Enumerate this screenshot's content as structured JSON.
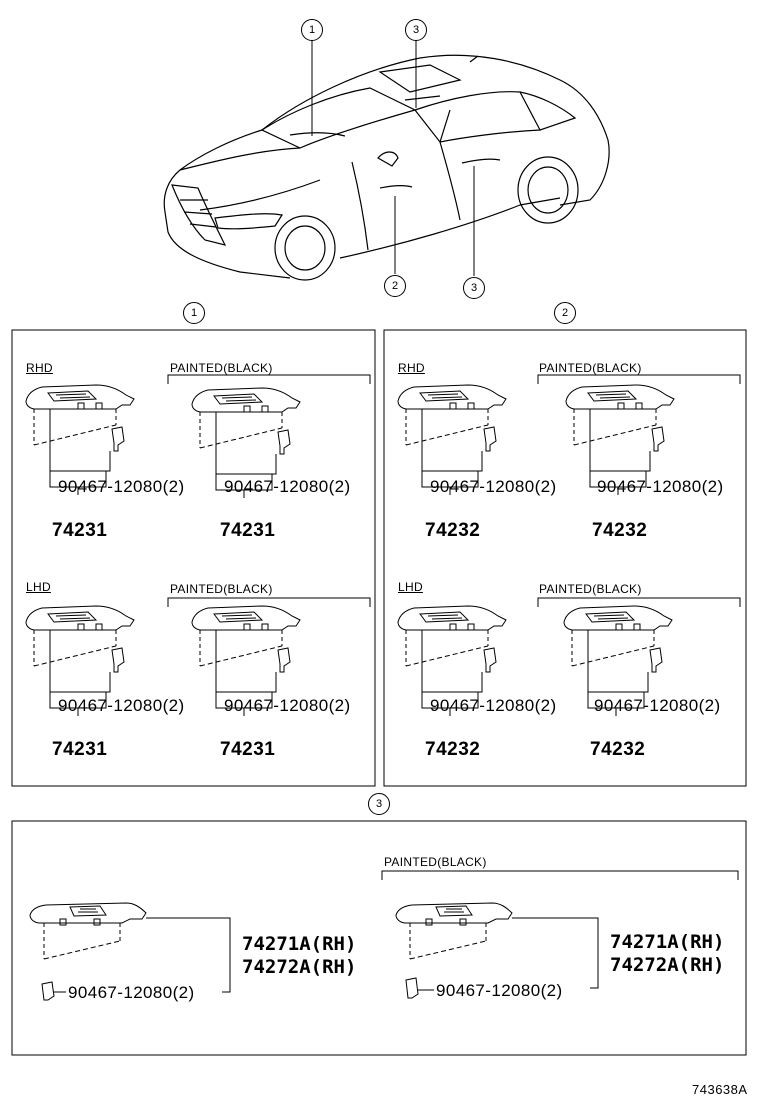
{
  "callouts": {
    "c1": "1",
    "c2": "2",
    "c3": "3"
  },
  "panel1": {
    "rhd_label": "RHD",
    "lhd_label": "LHD",
    "painted_label": "PAINTED(BLACK)",
    "clip": "90467-12080(2)",
    "part": "74231"
  },
  "panel2": {
    "rhd_label": "RHD",
    "lhd_label": "LHD",
    "painted_label": "PAINTED(BLACK)",
    "clip": "90467-12080(2)",
    "part": "74232"
  },
  "panel3": {
    "painted_label": "PAINTED(BLACK)",
    "clip": "90467-12080(2)",
    "part_a": "74271A(RH)",
    "part_b": "74272A(RH)"
  },
  "ref_code": "743638A"
}
